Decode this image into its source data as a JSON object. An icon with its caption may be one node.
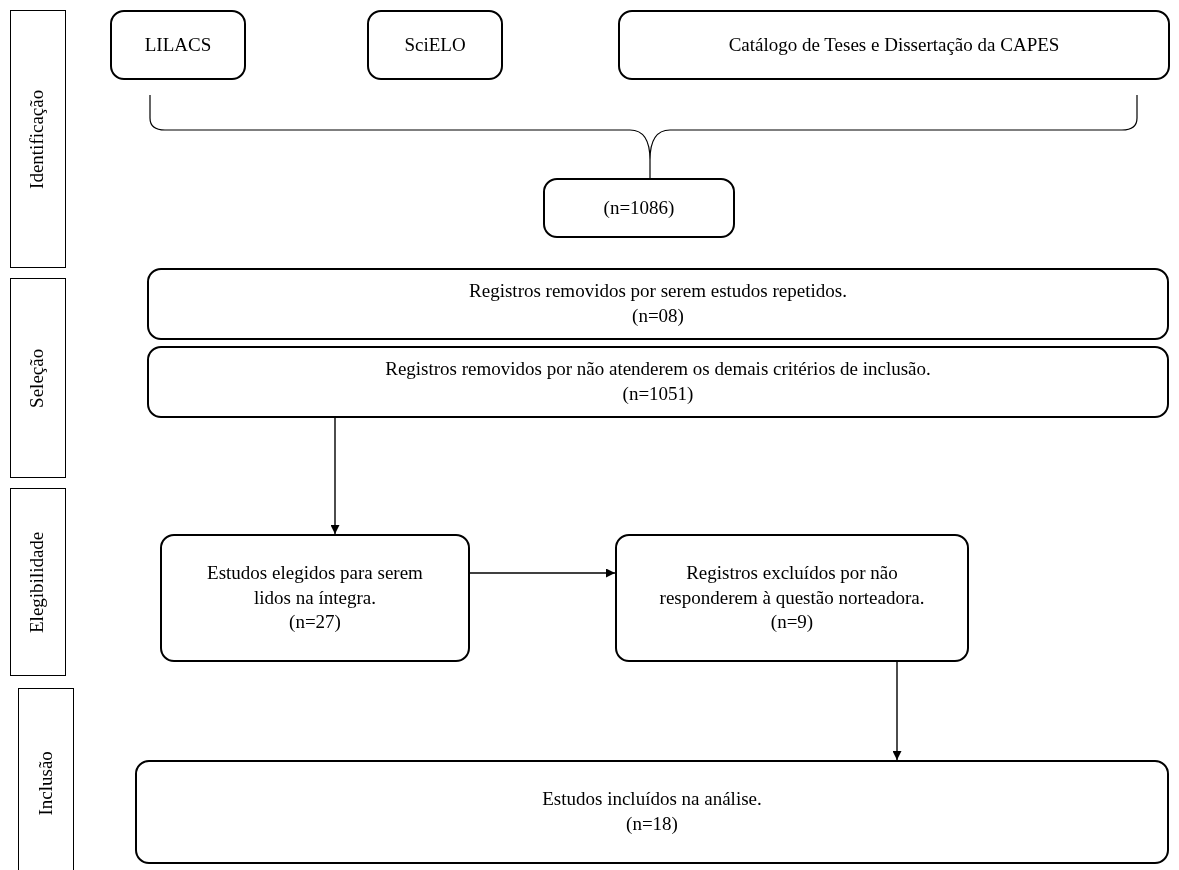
{
  "diagram": {
    "nodes": [
      {
        "text": [
          "Identificação"
        ]
      },
      {
        "text": [
          "LILACS"
        ]
      },
      {
        "text": [
          "SciELO"
        ]
      },
      {
        "text": [
          "Catálogo de Teses e Dissertação da CAPES"
        ]
      },
      {
        "text": [
          "(n=1086)"
        ]
      },
      {
        "text": [
          "Seleção"
        ]
      },
      {
        "text": [
          "Registros removidos por serem estudos repetidos.",
          "(n=08)"
        ]
      },
      {
        "text": [
          "Registros removidos por não atenderem os demais critérios de inclusão.",
          "(n=1051)"
        ]
      },
      {
        "text": [
          "Elegibilidade"
        ]
      },
      {
        "text": [
          "Estudos elegidos para serem lidos na íntegra.",
          "(n=27)"
        ]
      },
      {
        "text": [
          "Registros excluídos por não responderem à questão norteadora.",
          "(n=9)"
        ]
      },
      {
        "text": [
          "Inclusão"
        ]
      },
      {
        "text": [
          "Estudos incluídos na análise.",
          "(n=18)"
        ]
      }
    ],
    "edges": [
      {
        "from": 7,
        "to": 9,
        "arrow": "to"
      },
      {
        "from": 9,
        "to": 10,
        "arrow": "to"
      },
      {
        "from": 10,
        "to": 12,
        "arrow": "to"
      }
    ]
  }
}
